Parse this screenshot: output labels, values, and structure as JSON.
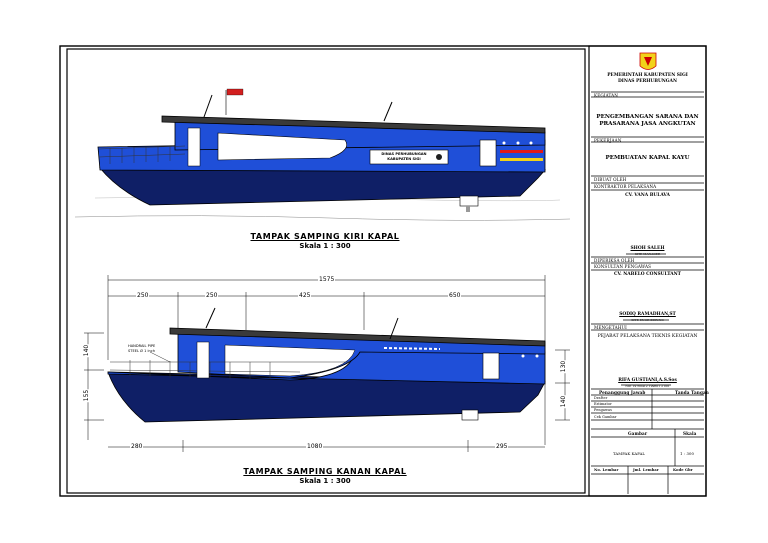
{
  "titleblock": {
    "institution_line1": "PEMERINTAH KABUPATEN SIGI",
    "institution_line2": "DINAS PERHUBUNGAN",
    "kegiatan_label": "KEGIATAN",
    "kegiatan_line1": "PENGEMBANGAN SARANA DAN",
    "kegiatan_line2": "PRASARANA JASA ANGKUTAN",
    "pekerjaan_label": "PEKERJAAN",
    "pekerjaan_value": "PEMBUATAN KAPAL KAYU",
    "dibuat_oleh_label": "DIBUAT OLEH",
    "kontraktor_label": "KONTRAKTOR PELAKSANA",
    "kontraktor_value": "CV. VANA BULAVA",
    "kontraktor_sign_name": "SHOH SALEH",
    "kontraktor_sign_role": "SITE MANAGER",
    "diperiksa_label": "DIPERIKSA OLEH",
    "konsultan_label": "KONSULTAN PENGAWAS",
    "konsultan_value": "CV. NABELO CONSULTANT",
    "konsultan_sign_name": "SODIQ RAMADHAN,ST",
    "konsultan_sign_role": "SITE ENGINEERING",
    "mengetahui_label": "MENGETAHUI",
    "pejabat_value": "PEJABAT PELAKSANA TEKNIS KEGIATAN",
    "pejabat_sign_name": "RIFA GUSTIANI,A.S.Sos",
    "pejabat_sign_nip": "NIP. 19760412 199601 2 001",
    "tanggung_header": "Penanggung Jawab",
    "tanda_header": "Tanda Tangan",
    "tanggung_rows": [
      "Drafter",
      "Estimator",
      "Pengawas",
      "Cek Gambar"
    ],
    "gambar_header": "Gambar",
    "skala_header": "Skala",
    "gambar_value": "TAMPAK KAPAL",
    "skala_value": "1 : 300",
    "footer_labels": [
      "No. Lembar",
      "Jml. Lembar",
      "Kode Gbr"
    ]
  },
  "view_top": {
    "title": "TAMPAK SAMPING KIRI KAPAL",
    "scale": "Skala 1 : 300",
    "sign_line1": "DINAS PERHUBUNGAN",
    "sign_line2": "KABUPATEN SIGI"
  },
  "view_bottom": {
    "title": "TAMPAK SAMPING KANAN KAPAL",
    "scale": "Skala 1 : 300",
    "handrail_note_line1": "HANDRAIL PIPE",
    "handrail_note_line2": "STEEL Ø 1 inch",
    "dim_overall": "1575",
    "dim_top": [
      "250",
      "250",
      "425",
      "650"
    ],
    "dim_bottom": [
      "280",
      "1080",
      "295"
    ],
    "dim_left_upper": "140",
    "dim_left_lower": "155",
    "dim_right_upper": "130",
    "dim_right_lower": "140"
  },
  "colors": {
    "hull_blue": "#1f4fd8",
    "hull_dark": "#0f1f66",
    "roof": "#3a3a3a",
    "flag_red": "#d21f1f",
    "stripe_red": "#e01818",
    "stripe_yellow": "#f2d21a"
  },
  "icons": [
    "district-emblem-icon",
    "flag-icon",
    "outboard-motor-icon",
    "mast-icon"
  ]
}
